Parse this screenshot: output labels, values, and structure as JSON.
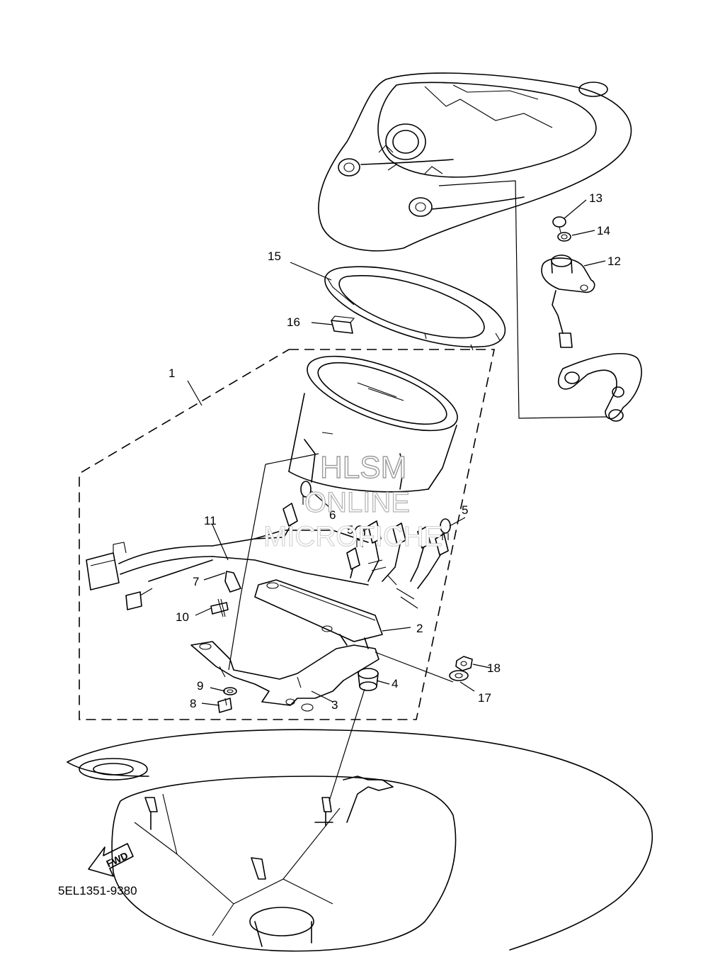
{
  "diagram": {
    "drawing_code": "5EL1351-9380",
    "fwd_label": "FWD",
    "watermark": {
      "line1": "HLSM",
      "line2": "ONLINE",
      "line3": "MICROFICHE"
    },
    "callouts": [
      "1",
      "2",
      "3",
      "4",
      "5",
      "5",
      "6",
      "7",
      "8",
      "9",
      "10",
      "11",
      "12",
      "13",
      "14",
      "15",
      "16",
      "17",
      "18"
    ]
  }
}
